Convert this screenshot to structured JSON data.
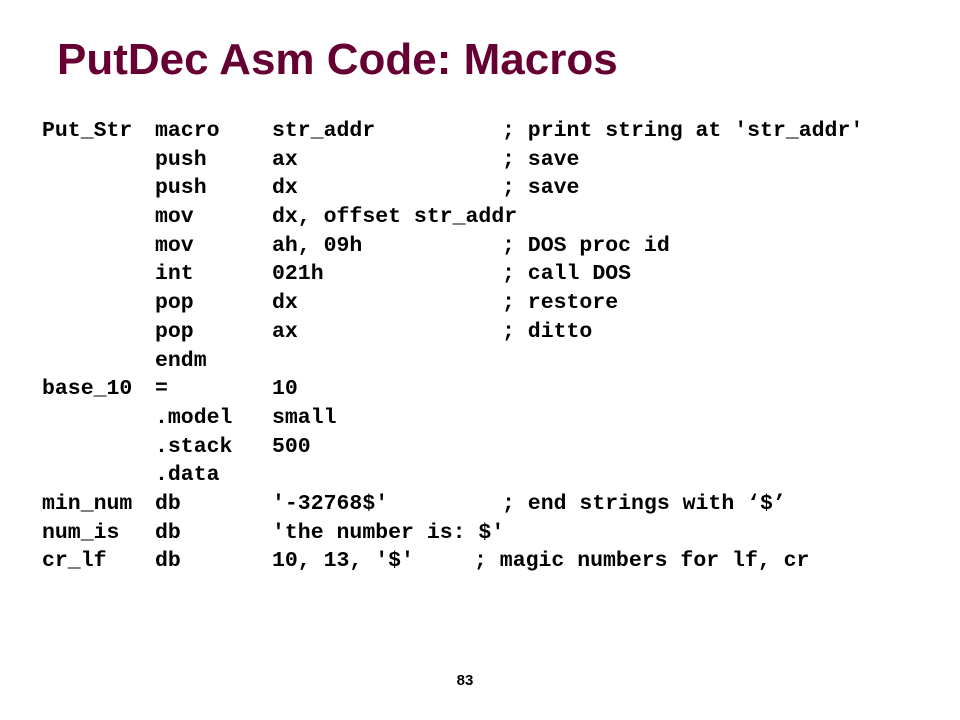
{
  "slide": {
    "title": "PutDec Asm Code: Macros",
    "page_number": "83"
  },
  "code": [
    {
      "label": "Put_Str",
      "op": "macro",
      "args": "str_addr",
      "comment": "; print string at 'str_addr'"
    },
    {
      "label": "",
      "op": "push",
      "args": "ax",
      "comment": "; save"
    },
    {
      "label": "",
      "op": "push",
      "args": "dx",
      "comment": "; save"
    },
    {
      "label": "",
      "op": "mov",
      "args": "dx, offset str_addr",
      "comment": ""
    },
    {
      "label": "",
      "op": "mov",
      "args": "ah, 09h",
      "comment": "; DOS proc id"
    },
    {
      "label": "",
      "op": "int",
      "args": "021h",
      "comment": "; call DOS"
    },
    {
      "label": "",
      "op": "pop",
      "args": "dx",
      "comment": "; restore"
    },
    {
      "label": "",
      "op": "pop",
      "args": "ax",
      "comment": "; ditto"
    },
    {
      "label": "",
      "op": "endm",
      "args": "",
      "comment": ""
    },
    {
      "label": "base_10",
      "op": "=",
      "args": "10",
      "comment": ""
    },
    {
      "label": "",
      "op": ".model",
      "args": "small",
      "comment": ""
    },
    {
      "label": "",
      "op": ".stack",
      "args": "500",
      "comment": ""
    },
    {
      "label": "",
      "op": ".data",
      "args": "",
      "comment": ""
    },
    {
      "label": "min_num",
      "op": "db",
      "args": "'-32768$'",
      "comment": "; end strings with ‘$’"
    },
    {
      "label": "num_is",
      "op": "db",
      "args": "'the number is: $'",
      "comment": ""
    },
    {
      "label": "cr_lf",
      "op": "db",
      "args": "10, 13, '$'",
      "comment": "; magic numbers for lf, cr"
    }
  ]
}
